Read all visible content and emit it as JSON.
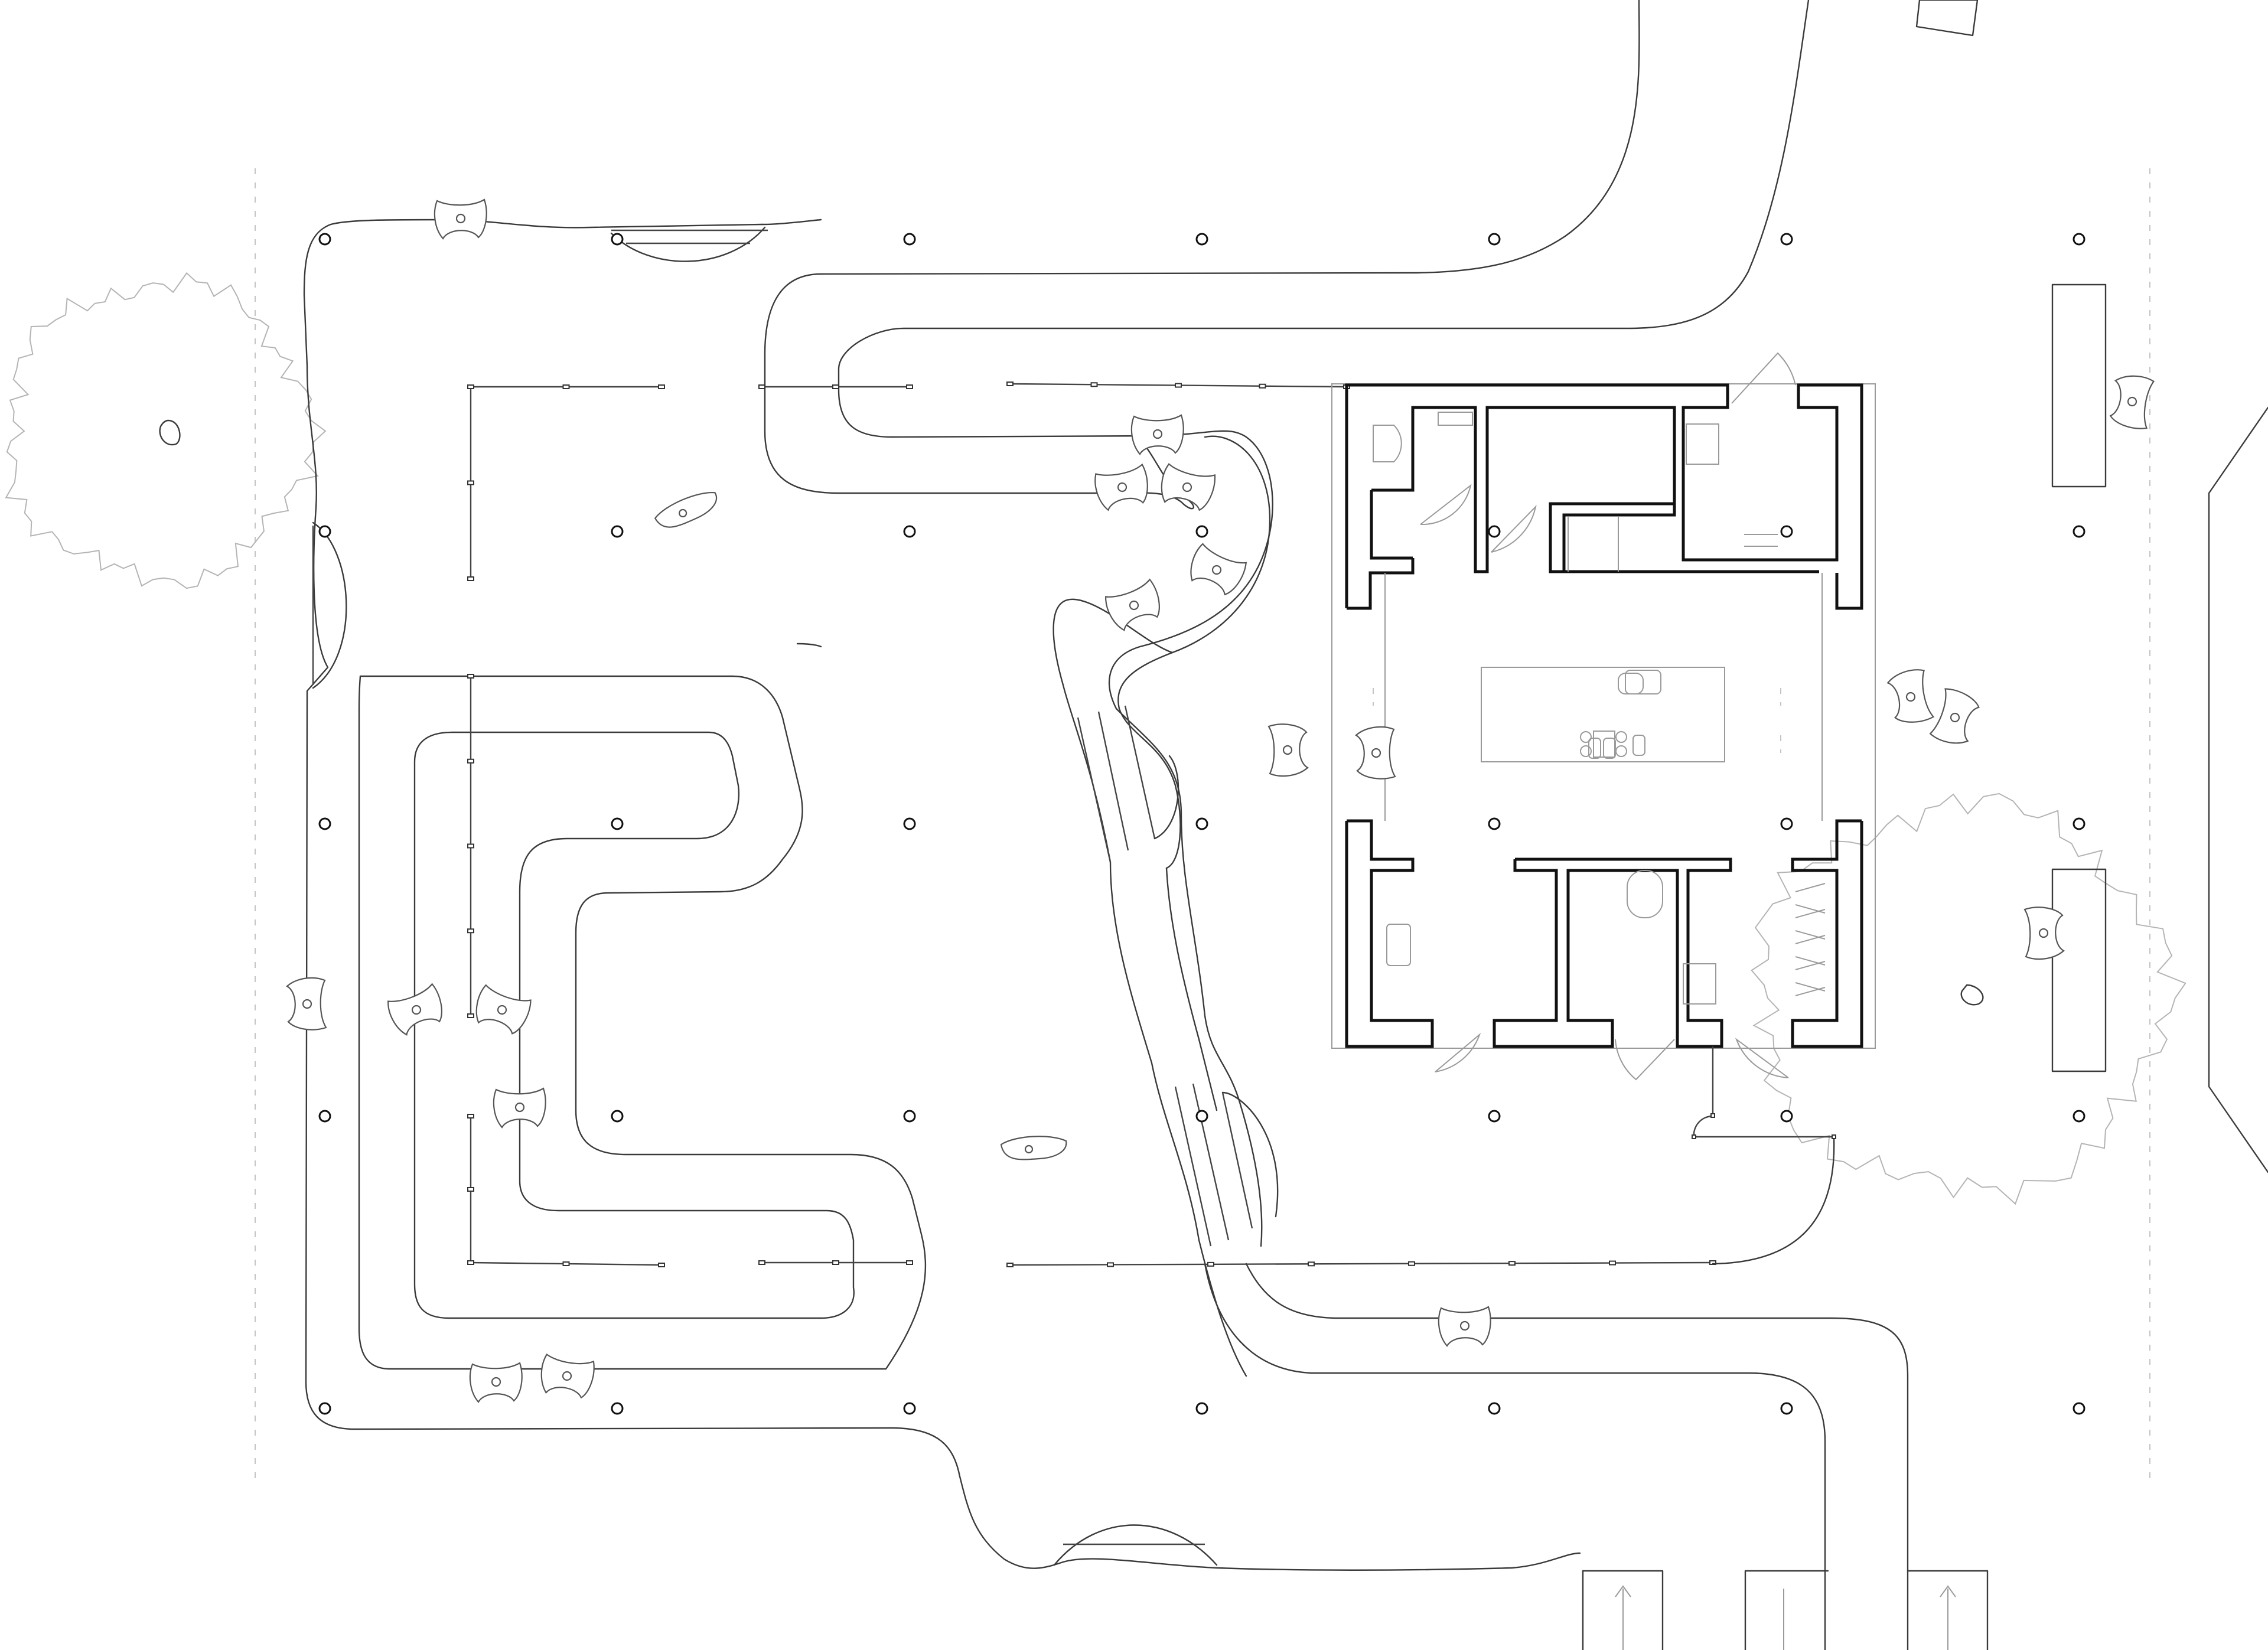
{
  "drawing": {
    "type": "architectural-site-plan",
    "colors": {
      "line": "#3a3a3a",
      "wall": "#111111",
      "tree": "#b4b4b4",
      "background": "#ffffff"
    },
    "column_grid": {
      "columns": 7,
      "rows": 5
    },
    "trees": 2,
    "seat_clusters": 19,
    "labels": []
  }
}
